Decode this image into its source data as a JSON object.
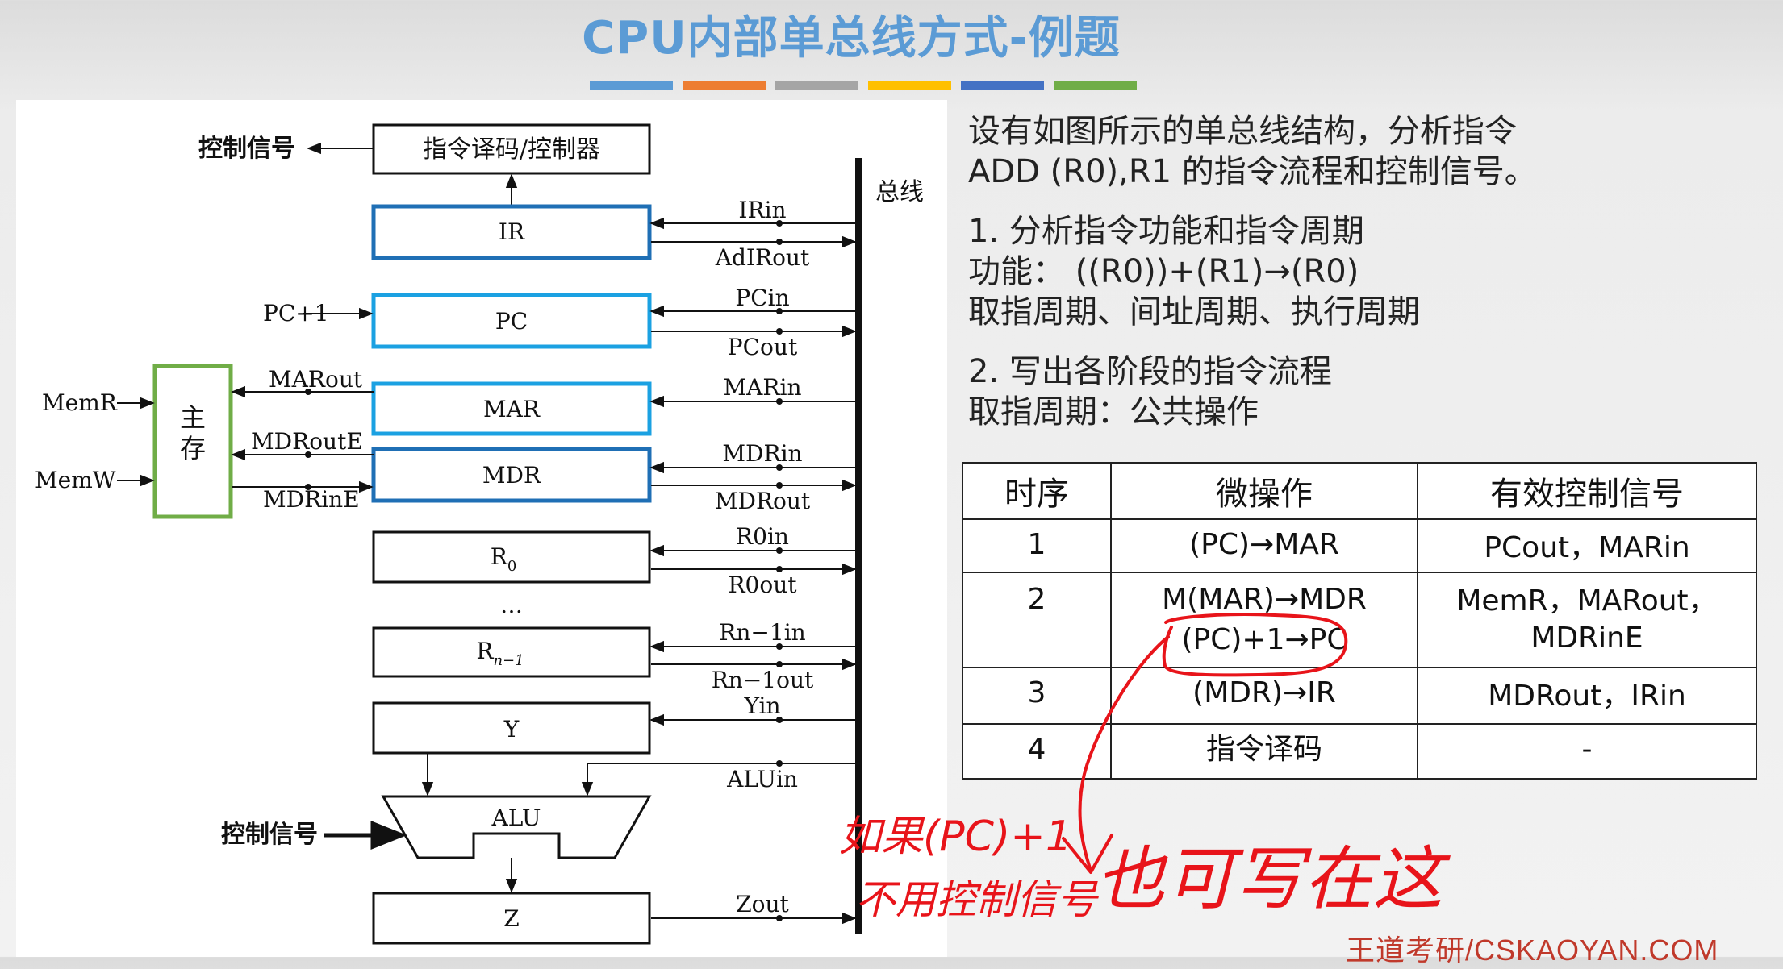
{
  "title": "CPU内部单总线方式-例题",
  "accent_colors": [
    "#5b9bd5",
    "#ed7d31",
    "#a5a5a5",
    "#ffc000",
    "#4472c4",
    "#70ad47"
  ],
  "diagram": {
    "bus_label": "总线",
    "control_signal_top": "控制信号",
    "decoder": "指令译码/控制器",
    "registers": {
      "ir": "IR",
      "pc": "PC",
      "mar": "MAR",
      "mdr": "MDR",
      "r0_main": "R",
      "r0_sub": "0",
      "ellipsis": "…",
      "rn_main": "R",
      "rn_sub": "n−1",
      "y": "Y",
      "alu": "ALU",
      "z": "Z"
    },
    "memory": {
      "line1": "主",
      "line2": "存"
    },
    "left_labels": {
      "pc_plus1": "PC+1",
      "memr": "MemR",
      "memw": "MemW",
      "control_signal_alu": "控制信号"
    },
    "memory_signals": {
      "marout": "MARout",
      "mdroute": "MDRoutE",
      "mdrine": "MDRinE"
    },
    "bus_signals": {
      "irin": "IRin",
      "adirout": "AdIRout",
      "pcin": "PCin",
      "pcout": "PCout",
      "marin": "MARin",
      "mdrin": "MDRin",
      "mdrout": "MDRout",
      "r0in": "R0in",
      "r0out": "R0out",
      "rn1in": "Rn−1in",
      "rn1out": "Rn−1out",
      "yin": "Yin",
      "aluin": "ALUin",
      "zout": "Zout"
    },
    "highlight_colors": {
      "ir": "#1f6fb5",
      "pc": "#1ba1e2",
      "mar": "#1ba1e2",
      "mdr": "#1f6fb5",
      "memory": "#70ad47"
    }
  },
  "description": {
    "line1": "设有如图所示的单总线结构，分析指令",
    "line2": "ADD (R0),R1 的指令流程和控制信号。",
    "step1_title": "1.  分析指令功能和指令周期",
    "function_line": "功能： ((R0))+(R1)→(R0)",
    "cycles_line": "取指周期、间址周期、执行周期",
    "step2_title": "2.  写出各阶段的指令流程",
    "fetch_line": "取指周期：公共操作"
  },
  "table": {
    "headers": [
      "时序",
      "微操作",
      "有效控制信号"
    ],
    "rows": [
      {
        "seq": "1",
        "ops": [
          "(PC)→MAR"
        ],
        "signals": [
          "PCout，MARin"
        ]
      },
      {
        "seq": "2",
        "ops": [
          "M(MAR)→MDR",
          "(PC)+1→PC"
        ],
        "signals": [
          "MemR，MARout，",
          "MDRinE"
        ]
      },
      {
        "seq": "3",
        "ops": [
          "(MDR)→IR"
        ],
        "signals": [
          "MDRout，IRin"
        ]
      },
      {
        "seq": "4",
        "ops": [
          "指令译码"
        ],
        "signals": [
          "-"
        ]
      }
    ]
  },
  "handwriting": {
    "note_line1": "如果(PC)+1",
    "note_line2": "不用控制信号",
    "note_right": "也可写在这"
  },
  "footer": "王道考研/CSKAOYAN.COM"
}
